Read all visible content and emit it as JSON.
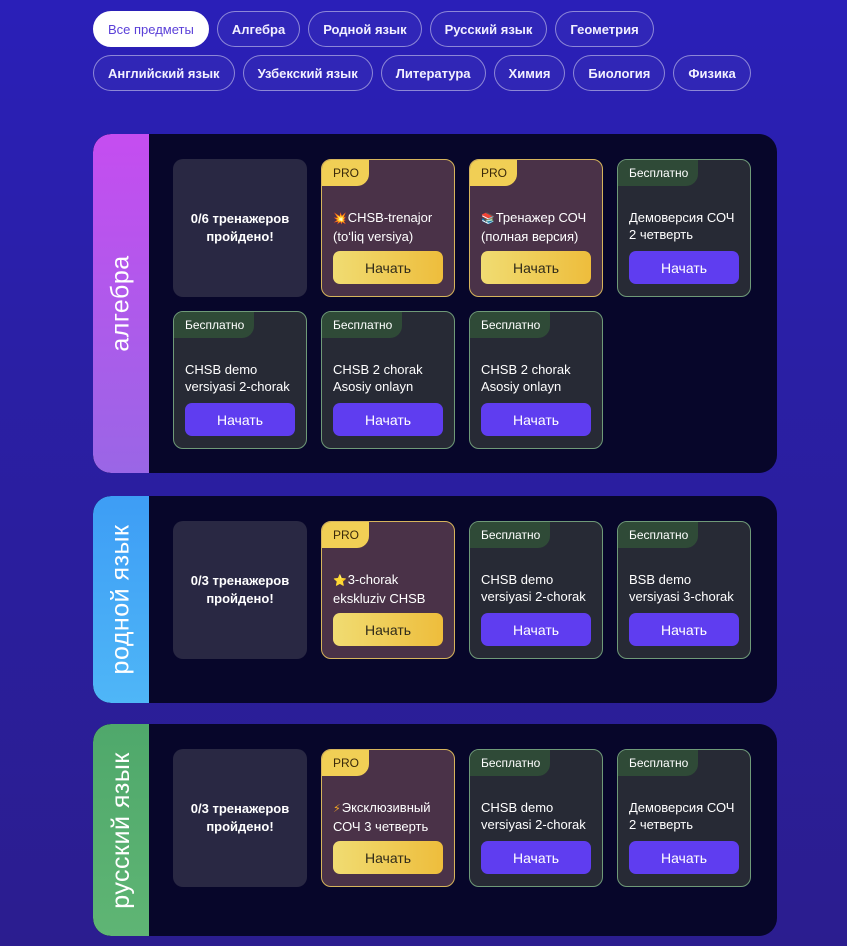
{
  "filters": [
    [
      "Все предметы",
      "Алгебра",
      "Родной язык",
      "Русский язык",
      "Геометрия"
    ],
    [
      "Английский язык",
      "Узбекский язык",
      "Литература",
      "Химия",
      "Биология",
      "Физика"
    ]
  ],
  "sections": [
    {
      "label": "алгебра",
      "progress": "0/6 тренажеров пройдено!",
      "cards": [
        {
          "badge": "PRO",
          "emoji": "💥",
          "title": "CHSB-trenajor (to‘liq versiya)",
          "button": "Начать"
        },
        {
          "badge": "PRO",
          "emoji": "📚",
          "title": "Тренажер СОЧ (полная версия)",
          "button": "Начать"
        },
        {
          "badge": "Бесплатно",
          "emoji": "",
          "title": "Демоверсия СОЧ 2 четверть",
          "button": "Начать"
        },
        {
          "badge": "Бесплатно",
          "emoji": "",
          "title": "CHSB demo versiyasi 2-chorak",
          "button": "Начать"
        },
        {
          "badge": "Бесплатно",
          "emoji": "",
          "title": "CHSB 2 chorak Asosiy onlayn",
          "button": "Начать"
        },
        {
          "badge": "Бесплатно",
          "emoji": "",
          "title": "CHSB 2 chorak Asosiy onlayn",
          "button": "Начать"
        }
      ]
    },
    {
      "label": "родной язык",
      "progress": "0/3 тренажеров пройдено!",
      "cards": [
        {
          "badge": "PRO",
          "emoji": "⭐",
          "title": "3-chorak ekskluziv CHSB",
          "button": "Начать"
        },
        {
          "badge": "Бесплатно",
          "emoji": "",
          "title": "CHSB demo versiyasi 2-chorak",
          "button": "Начать"
        },
        {
          "badge": "Бесплатно",
          "emoji": "",
          "title": "BSB demo versiyasi 3-chorak",
          "button": "Начать"
        }
      ]
    },
    {
      "label": "русский язык",
      "progress": "0/3 тренажеров пройдено!",
      "cards": [
        {
          "badge": "PRO",
          "emoji": "⚡",
          "title": "Эксклюзивный СОЧ 3 четверть",
          "button": "Начать"
        },
        {
          "badge": "Бесплатно",
          "emoji": "",
          "title": "CHSB demo versiyasi 2-chorak",
          "button": "Начать"
        },
        {
          "badge": "Бесплатно",
          "emoji": "",
          "title": "Демоверсия СОЧ 2 четверть",
          "button": "Начать"
        }
      ]
    }
  ],
  "colors": {
    "accent_button": "#5f3df0",
    "pro_badge": "#f1cf55",
    "free_badge": "#2f4a37",
    "algebra": "#c54df0",
    "native": "#3d9df5",
    "russian": "#4fa86b"
  }
}
